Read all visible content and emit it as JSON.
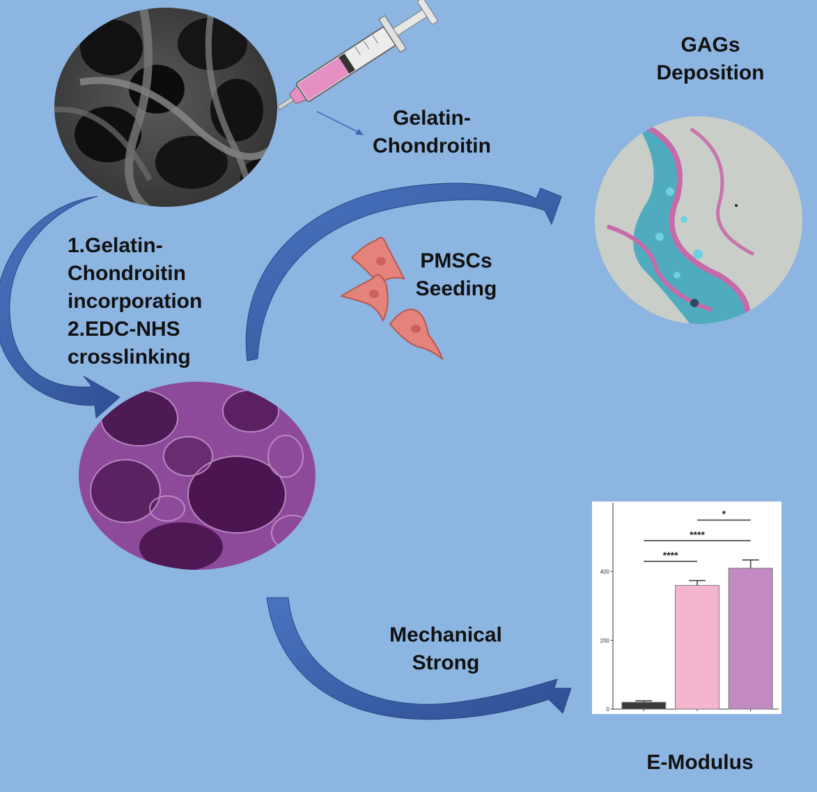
{
  "labels": {
    "gags": "GAGs\nDeposition",
    "gelatin_chondroitin": "Gelatin-\nChondroitin",
    "steps": "1.Gelatin-\nChondroitin\nincorporation\n2.EDC-NHS\ncrosslinking",
    "pmscs": "PMSCs\nSeeding",
    "mechanical": "Mechanical\nStrong",
    "emodulus": "E-Modulus"
  },
  "colors": {
    "background": "#8db5e2",
    "arrow": "#3e64b0",
    "syringe_fluid": "#e58fc4",
    "cell": "#e3837c",
    "scaffold_sem": "#3a3a3a",
    "scaffold_purple": "#7a2a80",
    "stain_blue": "#3aa6bd",
    "stain_pink": "#c66aa8"
  },
  "chart_data": {
    "type": "bar",
    "title": "",
    "xlabel": "",
    "ylabel": "",
    "yticks": [
      "0",
      "200",
      "400"
    ],
    "ylim": [
      0,
      600
    ],
    "categories": [
      "",
      "",
      ""
    ],
    "values": [
      20,
      360,
      410
    ],
    "errors": [
      4,
      14,
      24
    ],
    "bar_colors": [
      "#3b3b3b",
      "#f5b5cf",
      "#c48ac4"
    ],
    "significance": [
      "****",
      "****",
      "*"
    ]
  }
}
